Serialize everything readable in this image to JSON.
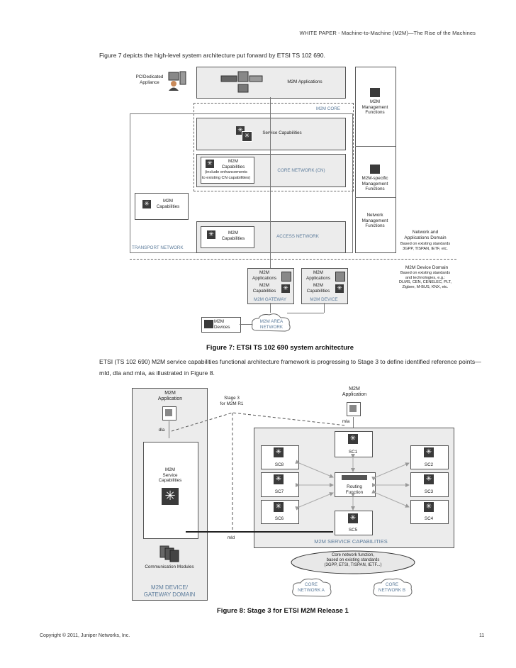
{
  "header": {
    "running_title": "WHITE PAPER - Machine-to-Machine (M2M)—The Rise of the Machines"
  },
  "intro_text": "Figure 7 depicts the high-level system architecture put forward by ETSI TS 102 690.",
  "fig7": {
    "pc_label": "PC/Dedicated\nAppliance",
    "m2m_applications": "M2M Applications",
    "m2m_core": "M2M CORE",
    "mgmt_functions": "M2M\nManagement\nFunctions",
    "service_capabilities": "Service Capabilities",
    "m2m_capabilities_core": "M2M\nCapabilities",
    "include_note": "(include enhancements\nto existing CN capabilities)",
    "core_network": "CORE NETWORK (CN)",
    "m2m_specific_mgmt": "M2M-specific\nManagement\nFunctions",
    "m2m_capabilities_left": "M2M\nCapabilities",
    "network_mgmt": "Network\nManagement\nFunctions",
    "m2m_capabilities_access": "M2M\nCapabilities",
    "access_network": "ACCESS NETWORK",
    "transport_network": "TRANSPORT NETWORK",
    "net_app_domain_title": "Network and\nApplications Domain",
    "net_app_domain_note": "Based on existing standards\n3GPP, TISPAN, IETF, etc.",
    "gw_applications": "M2M\nApplications",
    "gw_capabilities": "M2M\nCapabilities",
    "m2m_gateway": "M2M GATEWAY",
    "dev_applications": "M2M\nApplications",
    "dev_capabilities": "M2M\nCapabilities",
    "m2m_device": "M2M DEVICE",
    "device_domain_title": "M2M Device Domain",
    "device_domain_note": "Based on existing standards\nand technologies, e.g.:\nDLMS, CEN, CENELEC, PLT,\nZigbee, M-BUS, KNX, etc.",
    "m2m_devices": "M2M\nDevices",
    "m2m_area_network": "M2M AREA\nNETWORK",
    "caption": "Figure 7:  ETSI TS 102 690 system architecture"
  },
  "middle_text": "ETSI (TS 102 690) M2M service capabilities functional architecture framework is progressing to Stage 3 to define identified reference points—mId, dIa and mIa, as illustrated in Figure 8.",
  "fig8": {
    "left_app": "M2M\nApplication",
    "stage3": "Stage 3\nfor M2M R1",
    "right_app": "M2M\nApplication",
    "mia": "mIa",
    "dia": "dIa",
    "service_caps": "M2M\nService\nCapabilities",
    "sc1": "SC1",
    "sc2": "SC2",
    "sc3": "SC3",
    "sc4": "SC4",
    "sc5": "SC5",
    "sc6": "SC6",
    "sc7": "SC7",
    "sc8": "SC8",
    "routing": "Routing\nFunction",
    "mid": "mId",
    "m2m_service_capabilities": "M2M SERVICE CAPABILITIES",
    "comm_modules": "Communication Modules",
    "device_gateway_domain": "M2M DEVICE/\nGATEWAY DOMAIN",
    "core_function_note": "Core network function,\nbased on existing standards\n(3GPP, ETSI, TISPAN, IETF...)",
    "core_network_a": "CORE\nNETWORK A",
    "core_network_b": "CORE\nNETWORK B",
    "caption": "Figure 8:  Stage 3 for ETSI M2M Release 1"
  },
  "footer": {
    "copyright": "Copyright © 2011, Juniper Networks, Inc.",
    "page": "11"
  },
  "colors": {
    "box_fill": "#ececec",
    "icon_fill": "#3a3a3a",
    "label_blue": "#5a7a9a"
  }
}
